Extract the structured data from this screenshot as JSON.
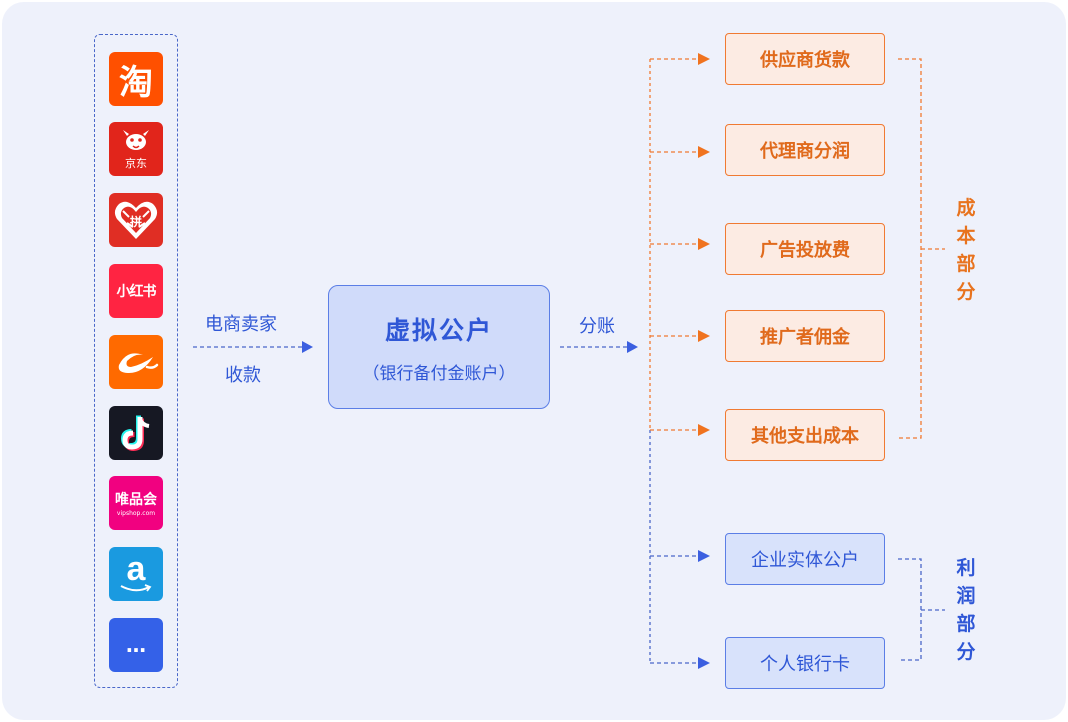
{
  "diagram": {
    "platforms": [
      {
        "name": "taobao-logo",
        "text": "淘",
        "sub": "",
        "color": "#ff5000"
      },
      {
        "name": "jd-logo",
        "text": "",
        "sub": "京东",
        "color": "#e1251b"
      },
      {
        "name": "pinduoduo-logo",
        "text": "拼",
        "sub": "",
        "color": "#e02e24"
      },
      {
        "name": "xiaohongshu-logo",
        "text": "小红书",
        "sub": "",
        "color": "#ff2442"
      },
      {
        "name": "alibaba-logo",
        "text": "",
        "sub": "",
        "color": "#ff6a00"
      },
      {
        "name": "douyin-logo",
        "text": "",
        "sub": "",
        "color": "#161823"
      },
      {
        "name": "vipshop-logo",
        "text": "唯品会",
        "sub": "vipshop.com",
        "color": "#f10180"
      },
      {
        "name": "amazon-logo",
        "text": "a",
        "sub": "",
        "color": "#1a9ae0"
      },
      {
        "name": "more-logo",
        "text": "…",
        "sub": "",
        "color": "#3461e8"
      }
    ],
    "left_edge_label_top": "电商卖家",
    "left_edge_label_bottom": "收款",
    "center_title": "虚拟公户",
    "center_subtitle": "（银行备付金账户）",
    "right_edge_label": "分账",
    "cost_items": [
      "供应商货款",
      "代理商分润",
      "广告投放费",
      "推广者佣金",
      "其他支出成本"
    ],
    "profit_items": [
      "企业实体公户",
      "个人银行卡"
    ],
    "cost_group_label": "成\n本\n部\n分",
    "profit_group_label": "利\n润\n部\n分",
    "colors": {
      "cost": "#f07a32",
      "profit": "#4a67c9",
      "background": "#eef1fb"
    }
  }
}
